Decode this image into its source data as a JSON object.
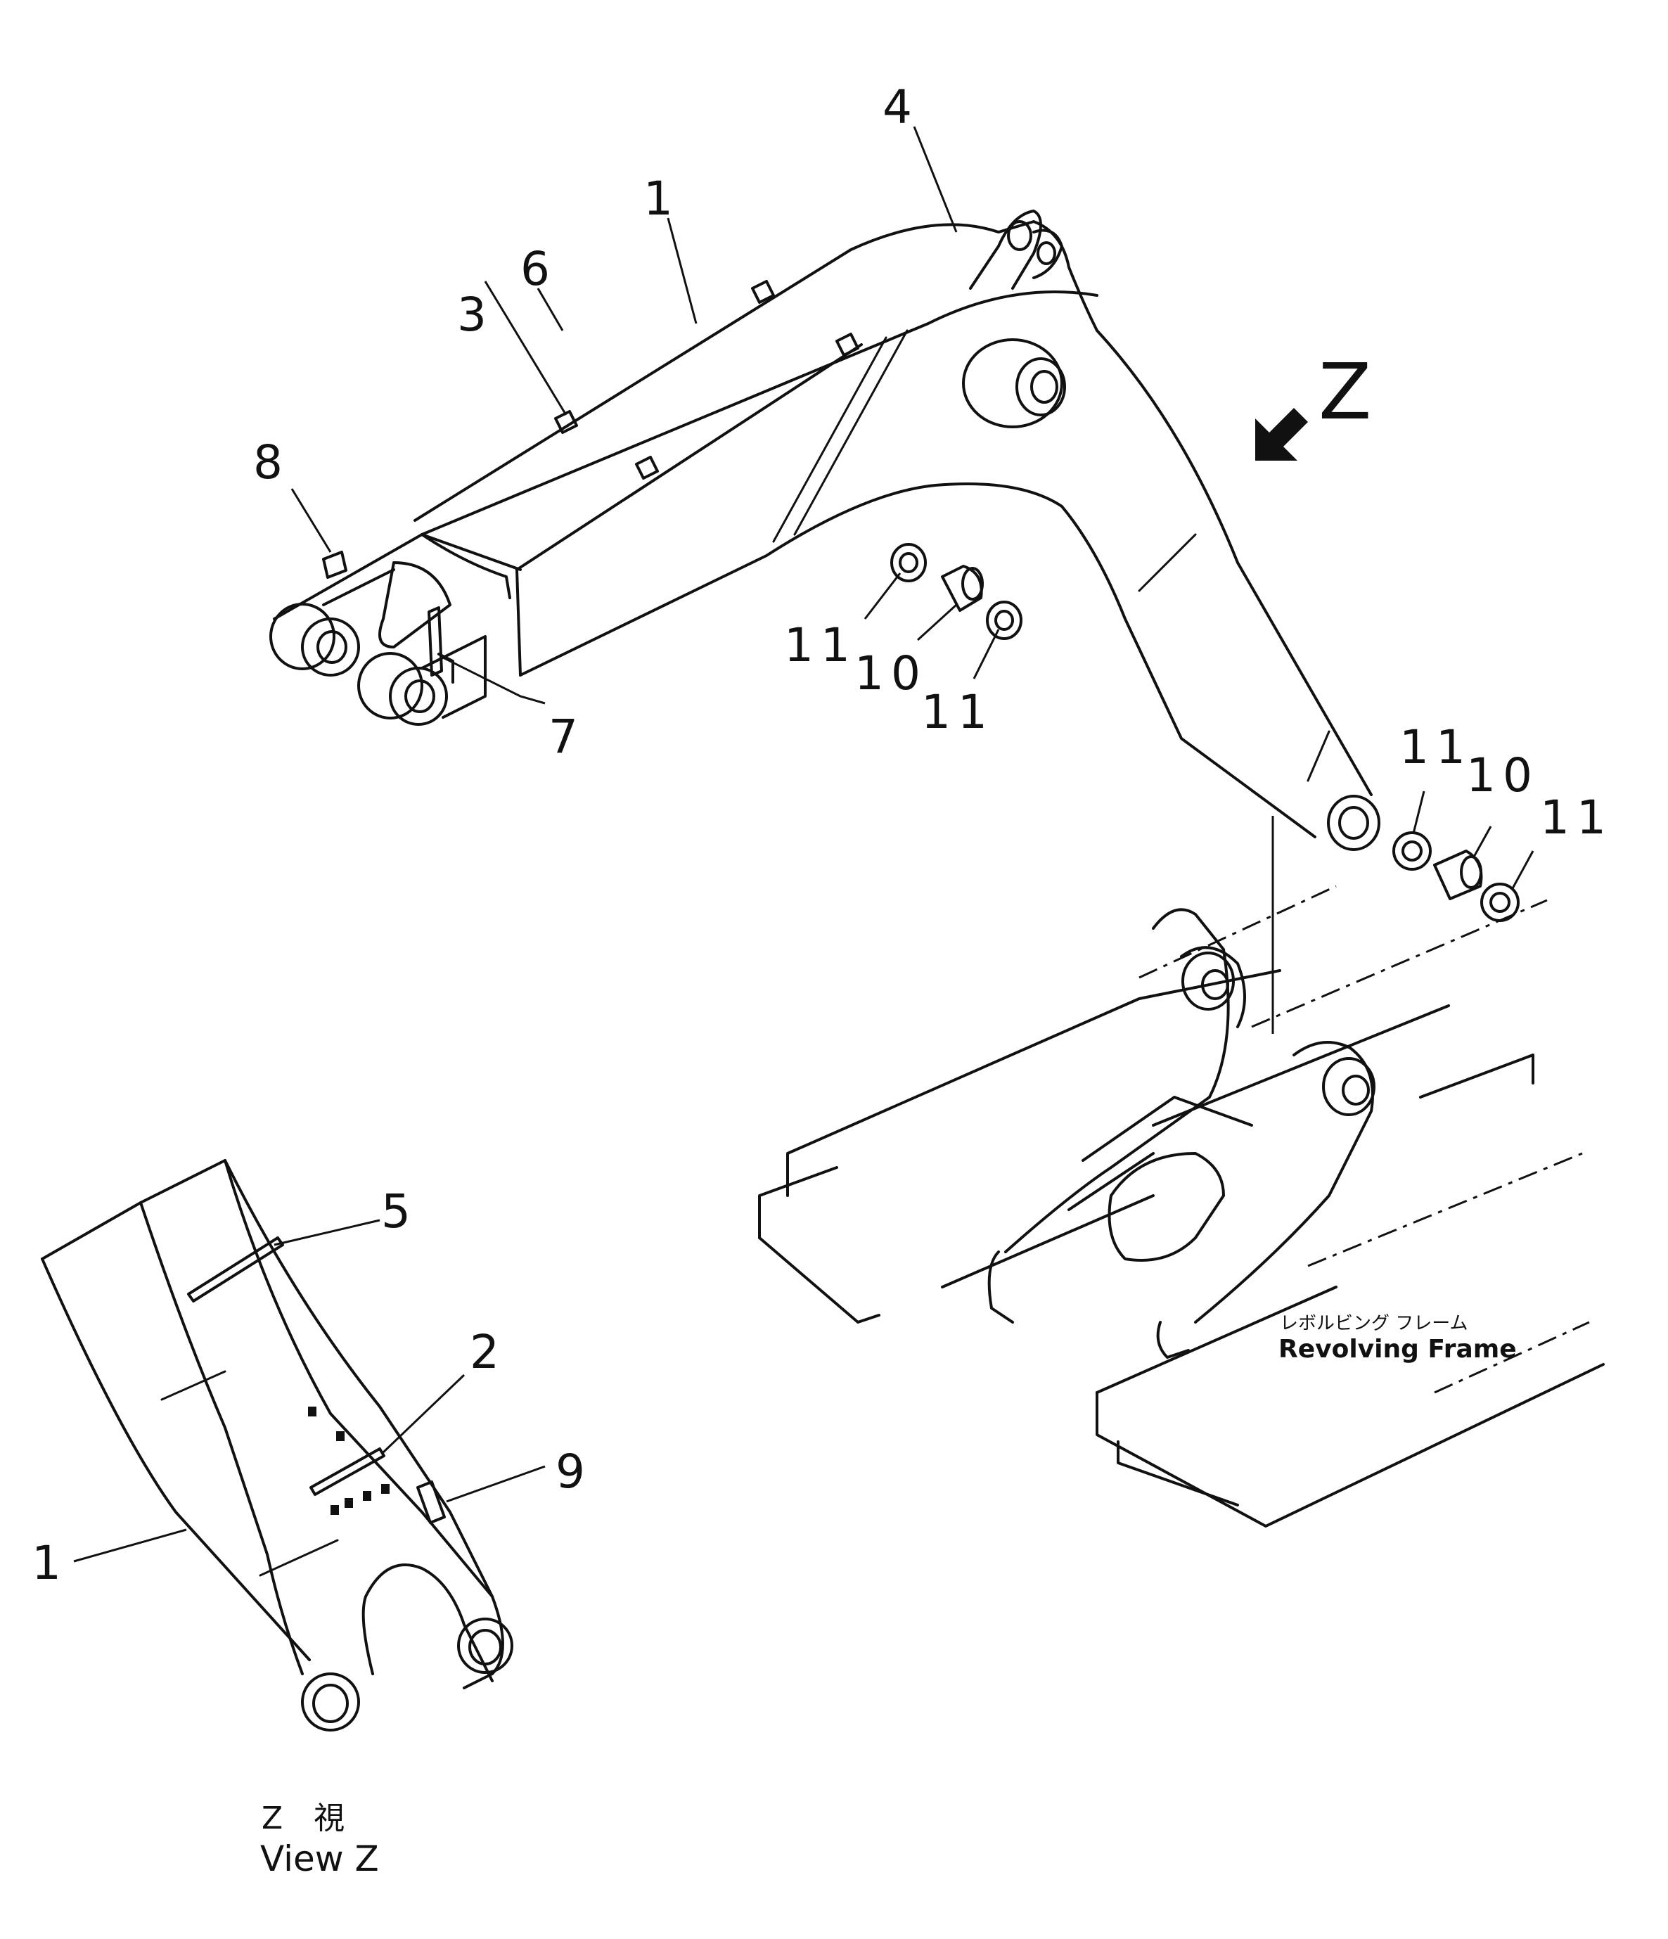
{
  "callouts": {
    "c1_top": "1",
    "c4": "4",
    "c6": "6",
    "c3": "3",
    "c8": "8",
    "c7": "7",
    "c11_a": "11",
    "c10_a": "10",
    "c11_b": "11",
    "c11_c": "11",
    "c10_b": "10",
    "c11_d": "11",
    "c5": "5",
    "c2": "2",
    "c9": "9",
    "c1_view": "1"
  },
  "view_arrow_label": "Z",
  "revolving_frame": {
    "label_jp": "レボルビング フレーム",
    "label_en": "Revolving Frame"
  },
  "view_z_caption": {
    "jp": "Z　視",
    "en": "View Z"
  }
}
